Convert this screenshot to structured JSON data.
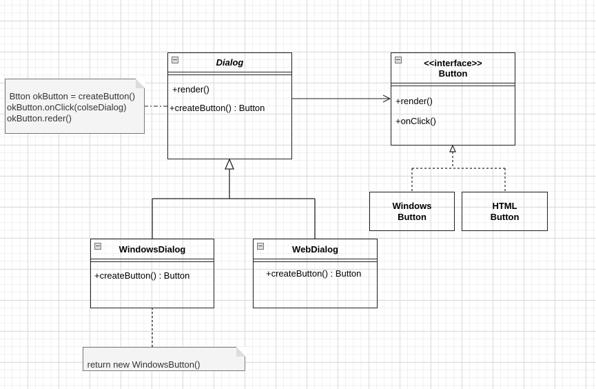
{
  "classes": {
    "dialog": {
      "name": "Dialog",
      "ops": [
        "+render()",
        "+createButton() : Button"
      ]
    },
    "button": {
      "stereotype": "<<interface>>",
      "name": "Button",
      "ops": [
        "+render()",
        "+onClick()"
      ]
    },
    "windows_dialog": {
      "name": "WindowsDialog",
      "ops": [
        "+createButton() : Button"
      ]
    },
    "web_dialog": {
      "name": "WebDialog",
      "ops": [
        "+createButton() : Button"
      ]
    },
    "windows_button": {
      "line1": "Windows",
      "line2": "Button"
    },
    "html_button": {
      "line1": "HTML",
      "line2": "Button"
    }
  },
  "notes": {
    "dialog_note": "Btton okButton = createButton()\nokButton.onClick(colseDialog)\nokButton.reder()",
    "windows_note": "return new WindowsButton()"
  }
}
